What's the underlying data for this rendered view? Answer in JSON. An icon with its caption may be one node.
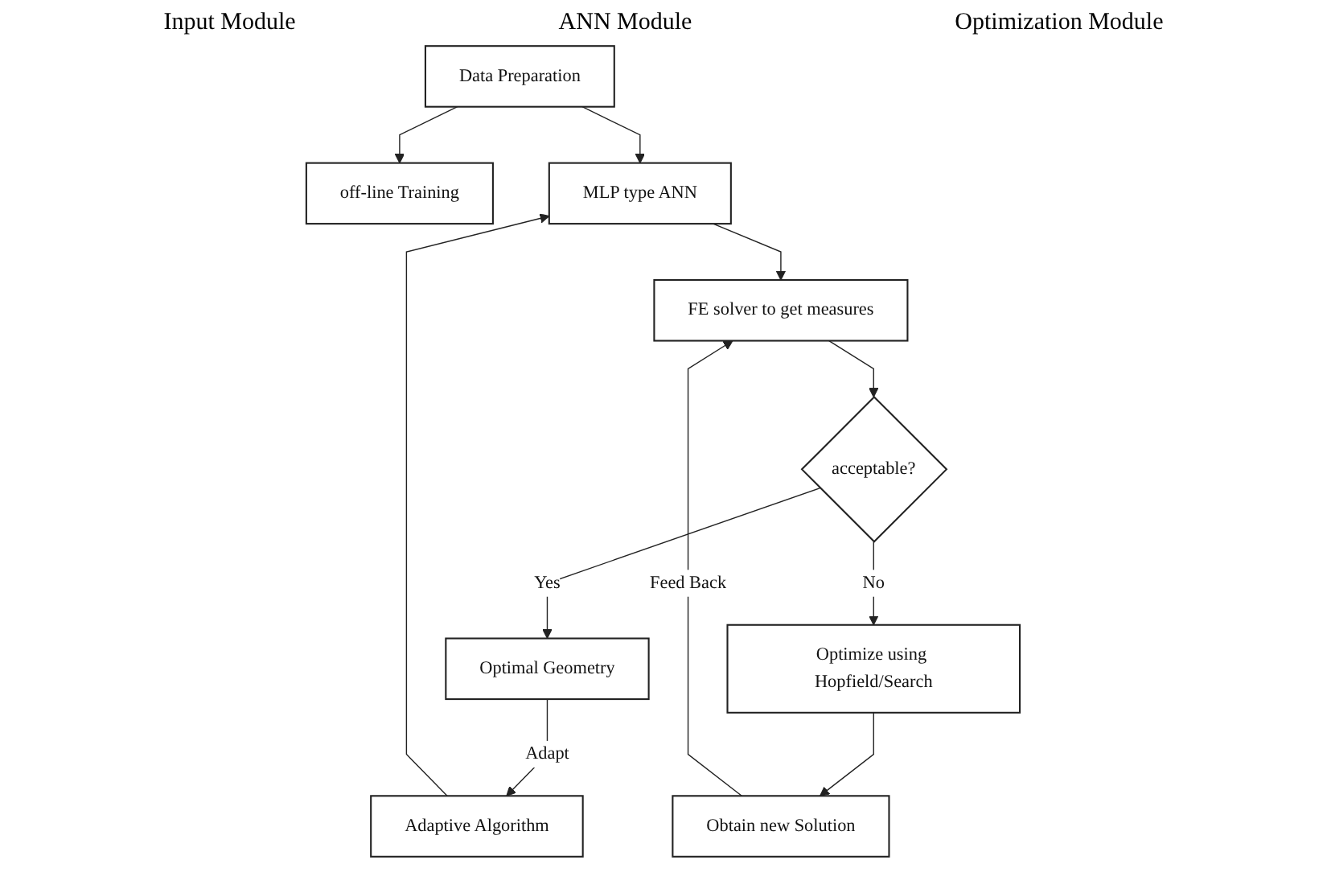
{
  "diagram": {
    "nodes": [
      {
        "text": [
          "Data Preparation"
        ]
      },
      {
        "text": [
          "off-line Training"
        ]
      },
      {
        "text": [
          "MLP type ANN"
        ]
      },
      {
        "text": [
          "Adaptive Algorithm"
        ]
      },
      {
        "text": [
          "FE solver to get measures"
        ]
      },
      {
        "text": [
          "acceptable?"
        ]
      },
      {
        "text": [
          "Optimal Geometry"
        ]
      },
      {
        "text": [
          "Optimize using Hopfield/Search"
        ]
      },
      {
        "text": [
          "Obtain new Solution"
        ]
      }
    ],
    "edges": [
      {
        "from": 0,
        "to": 1,
        "arrow": "to"
      },
      {
        "from": 0,
        "to": 2,
        "arrow": "to"
      },
      {
        "from": 3,
        "to": 2,
        "arrow": "to"
      },
      {
        "from": 2,
        "to": 4,
        "arrow": "to"
      },
      {
        "from": 4,
        "to": 5,
        "arrow": "to"
      },
      {
        "from": 5,
        "to": 6,
        "arrow": "to",
        "label": "Yes"
      },
      {
        "from": 5,
        "to": 7,
        "arrow": "to",
        "label": "No"
      },
      {
        "from": 7,
        "to": 8,
        "arrow": "to"
      },
      {
        "from": 8,
        "to": 4,
        "arrow": "to",
        "label": "Feed Back"
      },
      {
        "from": 6,
        "to": 3,
        "arrow": "to",
        "label": "Adapt"
      }
    ],
    "labels": [
      "Input Module",
      "ANN Module",
      "Optimization Module"
    ]
  }
}
